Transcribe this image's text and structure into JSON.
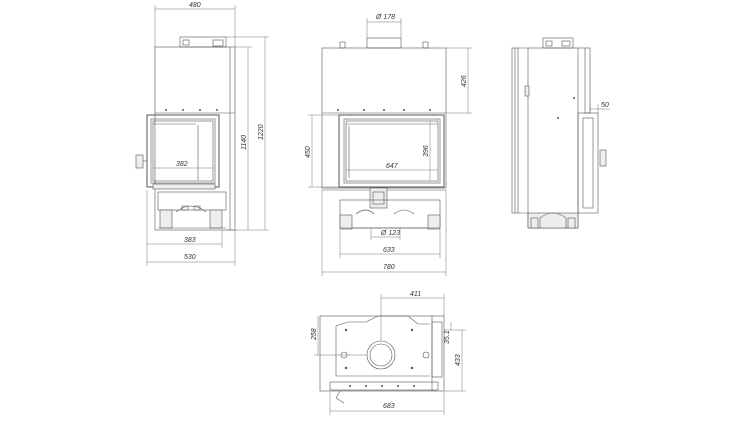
{
  "dimensions": {
    "front_left": {
      "width_top": "480",
      "height_inner": "1140",
      "height_total": "1220",
      "glass_width": "382",
      "base_width": "383",
      "total_width": "530"
    },
    "front_right": {
      "flue_diameter": "Ø 178",
      "top_height": "426",
      "door_height": "450",
      "glass_height": "396",
      "glass_width": "647",
      "air_diameter": "Ø 123",
      "base_width": "633",
      "total_width": "780"
    },
    "side": {
      "depth": "50"
    },
    "top_view": {
      "top_width": "411",
      "left_height": "258",
      "small_offset": "35.1",
      "right_height": "433",
      "total_width": "683"
    }
  }
}
